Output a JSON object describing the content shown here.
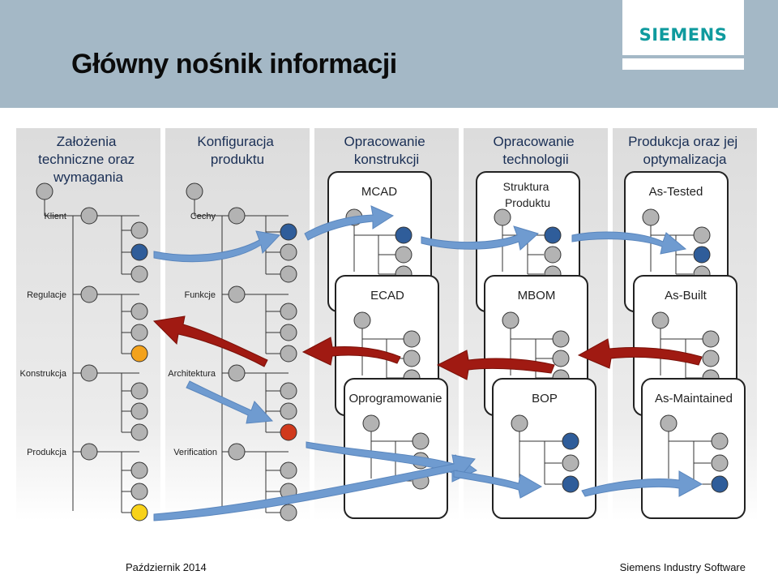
{
  "header": {
    "title": "Główny nośnik informacji",
    "logo": "SIEMENS"
  },
  "columns": [
    {
      "line1": "Założenia",
      "line2": "techniczne oraz",
      "line3": "wymagania"
    },
    {
      "line1": "Konfiguracja",
      "line2": "produktu"
    },
    {
      "line1": "Opracowanie",
      "line2": "konstrukcji"
    },
    {
      "line1": "Opracowanie",
      "line2": "technologii"
    },
    {
      "line1": "Produkcja oraz jej",
      "line2": "optymalizacja"
    }
  ],
  "row_labels_col1": [
    "Klient",
    "Regulacje",
    "Konstrukcja",
    "Produkcja"
  ],
  "row_labels_col2": [
    "Cechy",
    "Funkcje",
    "Architektura",
    "Verification"
  ],
  "cards": {
    "c3": [
      "MCAD",
      "ECAD",
      "Oprogramowanie"
    ],
    "c4": [
      "Struktura",
      "Produktu",
      "MBOM",
      "BOP"
    ],
    "c5": [
      "As-Tested",
      "As-Built",
      "As-Maintained"
    ]
  },
  "colors": {
    "header_bg": "#a4b8c6",
    "node_gray": "#b3b3b3",
    "node_blue": "#2f5d9a",
    "node_orange": "#f3a21c",
    "node_yellow": "#f8d21a",
    "node_red": "#d0391c",
    "arrow_blue": "#6f9bd0",
    "arrow_red": "#a01a12"
  },
  "footer": {
    "date": "Październik 2014",
    "company": "Siemens Industry Software"
  }
}
